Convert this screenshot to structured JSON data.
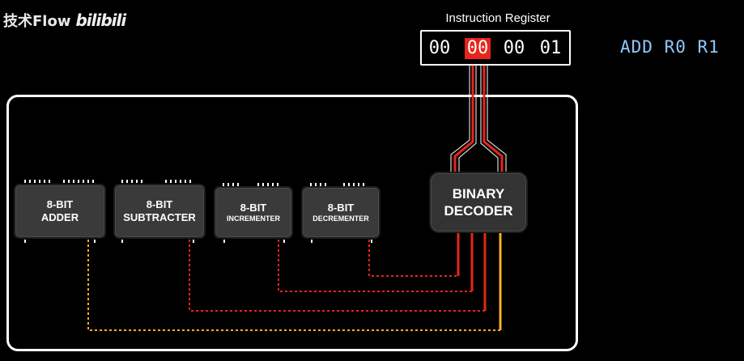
{
  "watermark": {
    "channel_name": "技术Flow",
    "logo_text": "bilibili"
  },
  "instruction_register": {
    "title": "Instruction Register",
    "bytes": [
      "00",
      "00",
      "00",
      "01"
    ],
    "active_byte_index": 1
  },
  "assembly_text": "ADD R0 R1",
  "components": {
    "adder": {
      "line1": "8-BIT",
      "line2": "ADDER"
    },
    "subtracter": {
      "line1": "8-BIT",
      "line2": "SUBTRACTER"
    },
    "incrementer": {
      "line1": "8-BIT",
      "line2": "INCREMENTER"
    },
    "decrementer": {
      "line1": "8-BIT",
      "line2": "DECREMENTER"
    },
    "decoder": {
      "line1": "BINARY",
      "line2": "DECODER"
    }
  },
  "colors": {
    "active_red": "#e8251b",
    "selected_orange": "#f5b025",
    "wire_red": "#e8251b",
    "assembly_blue": "#8fc8ff"
  }
}
